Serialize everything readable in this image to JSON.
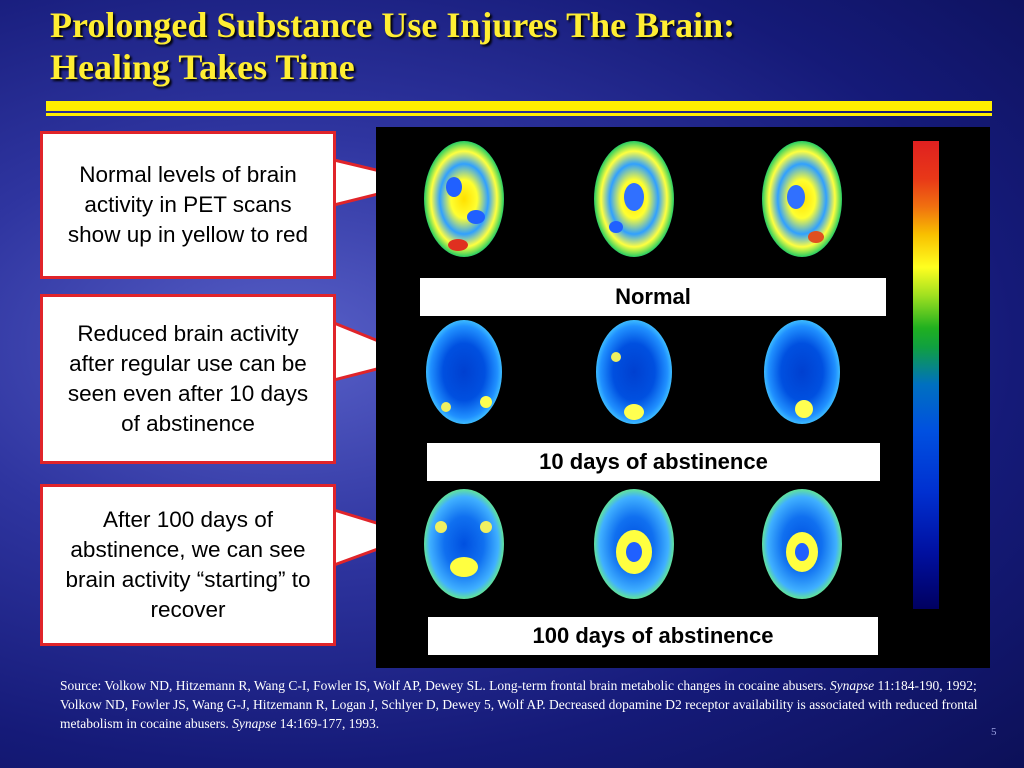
{
  "slide": {
    "title_line1": "Prolonged Substance Use Injures The Brain:",
    "title_line2": "Healing Takes Time",
    "page_number": "5"
  },
  "callouts": [
    {
      "text": "Normal levels of brain activity in PET scans show up in yellow to red"
    },
    {
      "text": "Reduced brain activity after regular use can be seen even after 10 days of abstinence"
    },
    {
      "text": "After 100 days of abstinence, we can see brain activity “starting” to recover"
    }
  ],
  "scan_labels": [
    "Normal",
    "10 days of abstinence",
    "100 days of abstinence"
  ],
  "source": {
    "part1": "Source: Volkow ND, Hitzemann R, Wang C-I, Fowler IS, Wolf AP, Dewey SL. Long-term frontal brain metabolic changes in cocaine abusers. ",
    "journal1": "Synapse",
    "part2": " 11:184-190, 1992; Volkow ND, Fowler JS, Wang G-J, Hitzemann R, Logan J, Schlyer D, Dewey 5, Wolf AP. Decreased dopamine D2 receptor availability is associated with reduced frontal metabolism in cocaine abusers. ",
    "journal2": "Synapse",
    "part3": " 14:169-177, 1993."
  },
  "colors": {
    "title": "#ffee33",
    "callout_border": "#e0242a",
    "background": "#1a1f80"
  }
}
